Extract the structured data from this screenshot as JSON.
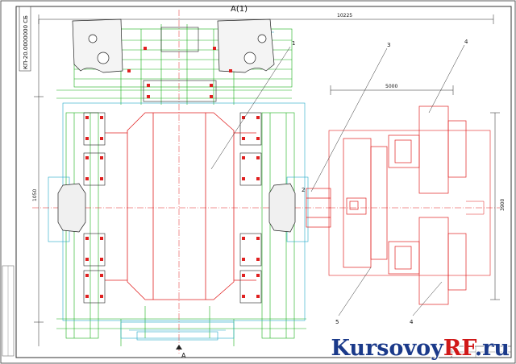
{
  "drawing": {
    "view_title": "А(1)",
    "section_mark": "А",
    "stamp_code": "КП-20.0000000 СБ",
    "dim_overall_width": "10225",
    "dim_right_width": "5000",
    "dim_left_height": "1050",
    "dim_right_height": "3900",
    "callouts": [
      "1",
      "2",
      "3",
      "4",
      "5",
      "4"
    ]
  },
  "watermark": {
    "prefix": "Kursovoy",
    "accent": "RF",
    "suffix": ".ru"
  },
  "colors": {
    "red": "#e02020",
    "green": "#18b018",
    "cyan": "#20a8c8",
    "blue": "#2a3cc0",
    "black": "#222222"
  }
}
